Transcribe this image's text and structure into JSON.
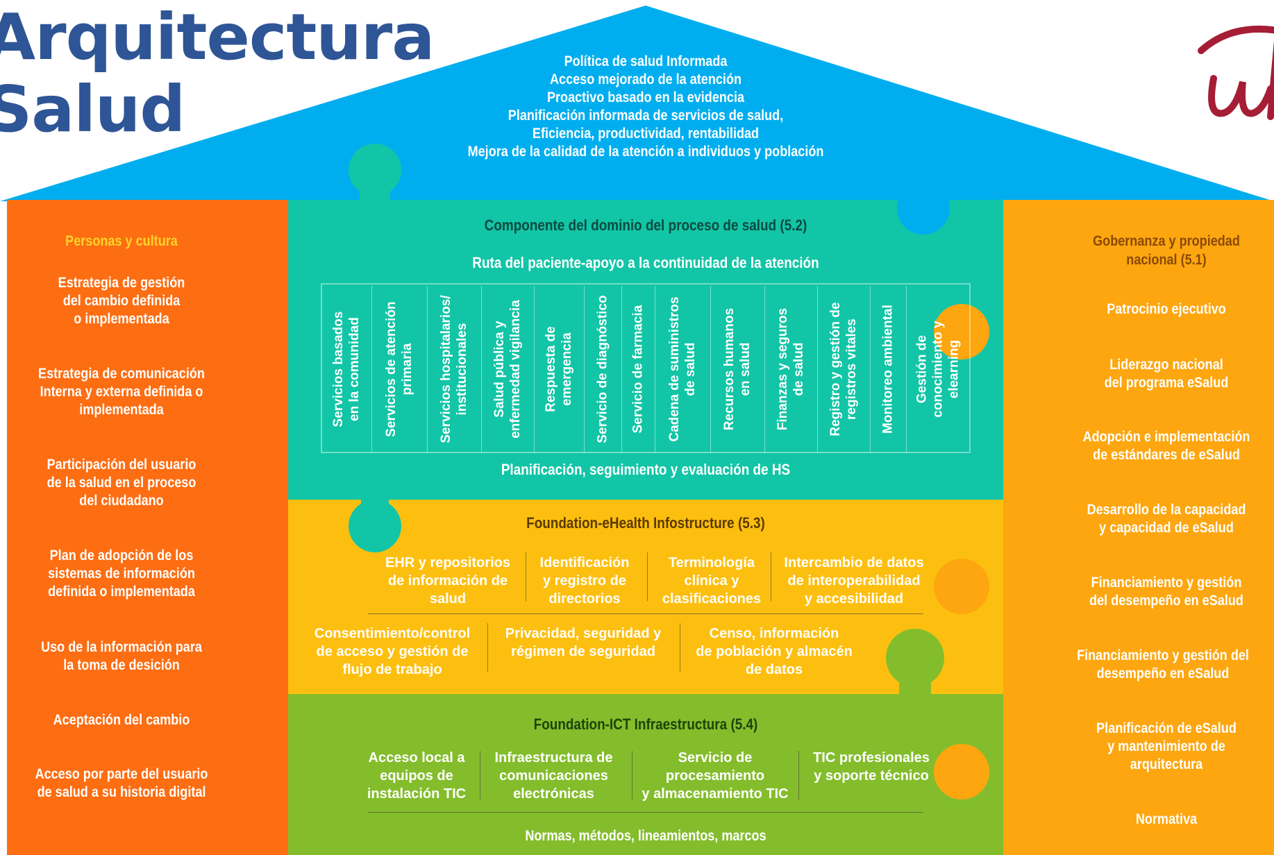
{
  "title": {
    "line1": "Arquitectura",
    "line2": "Salud"
  },
  "colors": {
    "roof": "#00aeef",
    "teal": "#12c5a6",
    "amber": "#fdbf0f",
    "green": "#84bd2c",
    "orange": "#fd6d12",
    "right": "#fda60f",
    "title": "#2e5596",
    "logo": "#a51e36"
  },
  "roof": {
    "lines": [
      "Política de salud Informada",
      "Acceso mejorado de la atención",
      "Proactivo basado en la evidencia",
      "Planificación informada de servicios de salud,",
      "Eficiencia, productividad, rentabilidad",
      "Mejora de la calidad de la atención a individuos y población"
    ]
  },
  "left": {
    "heading": "Personas y cultura",
    "items": [
      "Estrategia de gestión\ndel cambio definida\no implementada",
      "Estrategia de comunicación\nInterna y externa definida o\nimplementada",
      "Participación del usuario\nde la salud en el proceso\ndel ciudadano",
      "Plan de adopción de los\nsistemas de información\ndefinida o implementada",
      "Uso de la información para\nla toma de desición",
      "Aceptación del cambio",
      "Acceso por parte del usuario\nde salud a su historia digital"
    ]
  },
  "right": {
    "heading": "Gobernanza y propiedad\nnacional (5.1)",
    "items": [
      "Patrocinio ejecutivo",
      "Liderazgo nacional\ndel programa eSalud",
      "Adopción e implementación\nde estándares de eSalud",
      "Desarrollo de la capacidad\ny capacidad de eSalud",
      "Financiamiento y gestión\ndel desempeño en eSalud",
      "Financiamiento y gestión del\ndesempeño en eSalud",
      "Planificación de eSalud\ny mantenimiento de\narquitectura",
      "Normativa"
    ]
  },
  "process": {
    "heading": "Componente del dominio del proceso de salud (5.2)",
    "route": "Ruta del paciente-apoyo a la continuidad de la atención",
    "services": [
      "Servicios basados\nen la comunidad",
      "Servicios de atención\nprimaria",
      "Servicios hospitalarios/\ninstitucionales",
      "Salud pública y\nenfermedad vigilancia",
      "Respuesta de\nemergencia",
      "Servicio de diagnóstico",
      "Servicio de farmacia",
      "Cadena de suministros\nde salud",
      "Recursos humanos\nen salud",
      "Finanzas y seguros\nde salud",
      "Registro y gestión de\nregistros vitales",
      "Monitoreo ambiental",
      "Gestión de\nconocimiento y\nelearning"
    ],
    "footer": "Planificación, seguimiento y evaluación de HS"
  },
  "ehealth": {
    "heading": "Foundation-eHealth Infostructure (5.3)",
    "row1": [
      "EHR y repositorios\nde información de\nsalud",
      "Identificación\ny registro de\ndirectorios",
      "Terminología\nclínica y\nclasificaciones",
      "Intercambio de datos\nde interoperabilidad\ny accesibilidad"
    ],
    "row2": [
      "Consentimiento/control\nde acceso y gestión de\nflujo de trabajo",
      "Privacidad, seguridad y\nrégimen de seguridad",
      "Censo, información\nde población y almacén\nde datos"
    ]
  },
  "ict": {
    "heading": "Foundation-ICT Infraestructura (5.4)",
    "row1": [
      "Acceso local a\nequipos de\ninstalación TIC",
      "Infraestructura de\ncomunicaciones\nelectrónicas",
      "Servicio de\nprocesamiento\ny almacenamiento TIC",
      "TIC profesionales\ny soporte técnico"
    ],
    "footer": "Normas, métodos, lineamientos, marcos"
  }
}
